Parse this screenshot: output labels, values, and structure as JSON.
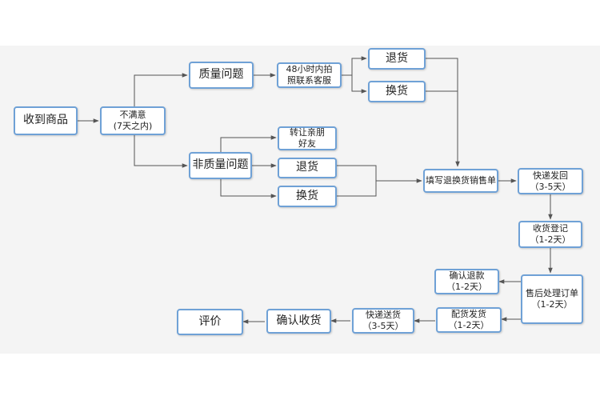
{
  "nodes": {
    "receive": "收到商品",
    "dissatisfied": "不满意\n(7天之内)",
    "quality": "质量问题",
    "contact": "48小时内拍\n照联系客服",
    "return1": "退货",
    "exchange1": "换货",
    "nonquality": "非质量问题",
    "transfer": "转让亲朋\n好友",
    "return2": "退货",
    "exchange2": "换货",
    "fillform": "填写退换货销售单",
    "ship_back": "快递发回\n（3-5天）",
    "register": "收货登记\n（1-2天）",
    "refund": "确认退款\n（1-2天）",
    "process": "售后处理订单\n（1-2天）",
    "dispatch": "配货发货\n（1-2天）",
    "deliver": "快递送货\n（3-5天）",
    "confirm": "确认收货",
    "review": "评价"
  },
  "colors": {
    "border": "#6fa1d6",
    "line": "#555555",
    "band": "#f4f4f4"
  }
}
